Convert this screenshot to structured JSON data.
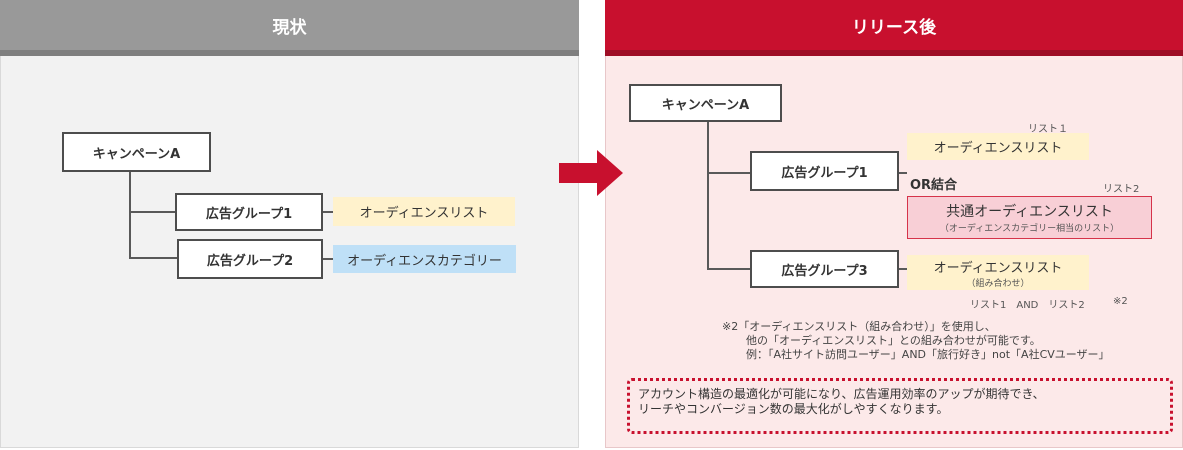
{
  "left": {
    "title": "現状",
    "campaign": "キャンペーンA",
    "group1": "広告グループ1",
    "group2": "広告グループ2",
    "tag1": "オーディエンスリスト",
    "tag2": "オーディエンスカテゴリー"
  },
  "right": {
    "title": "リリース後",
    "campaign": "キャンペーンA",
    "group1": "広告グループ1",
    "group3": "広告グループ3",
    "list1_label": "リスト１",
    "list1": "オーディエンスリスト",
    "or_label": "OR結合",
    "list2_label": "リスト2",
    "shared_list": "共通オーディエンスリスト",
    "shared_sub": "（オーディエンスカテゴリー相当のリスト）",
    "combo_list": "オーディエンスリスト",
    "combo_sub": "（組み合わせ）",
    "combo_expr": "リスト1　AND　リスト2",
    "combo_mark": "※2",
    "note1": "※2「オーディエンスリスト（組み合わせ）」を使用し、",
    "note2": "他の「オーディエンスリスト」との組み合わせが可能です。",
    "note3": "例：「A社サイト訪問ユーザー」AND「旅行好き」not「A社CVユーザー」",
    "summary1": "アカウント構造の最適化が可能になり、広告運用効率のアップが期待でき、",
    "summary2": "リーチやコンバージョン数の最大化がしやすくなります。"
  }
}
